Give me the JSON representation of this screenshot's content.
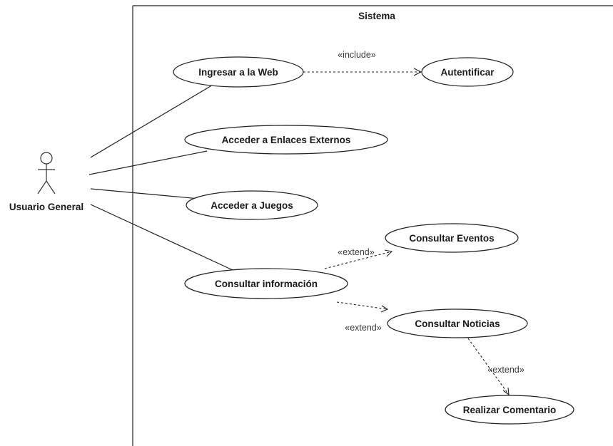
{
  "system": {
    "title": "Sistema"
  },
  "actor": {
    "name": "Usuario General"
  },
  "use_cases": {
    "ingresar": "Ingresar a la Web",
    "autentificar": "Autentificar",
    "enlaces": "Acceder a Enlaces Externos",
    "juegos": "Acceder a Juegos",
    "consultar_info": "Consultar información",
    "eventos": "Consultar Eventos",
    "noticias": "Consultar Noticias",
    "comentario": "Realizar Comentario"
  },
  "relations": {
    "include_label": "«include»",
    "extend_eventos_label": "«extend»",
    "extend_noticias_label": "«extend»",
    "extend_comentario_label": "«extend»"
  },
  "colors": {
    "line": "#222222",
    "background": "#ffffff"
  }
}
